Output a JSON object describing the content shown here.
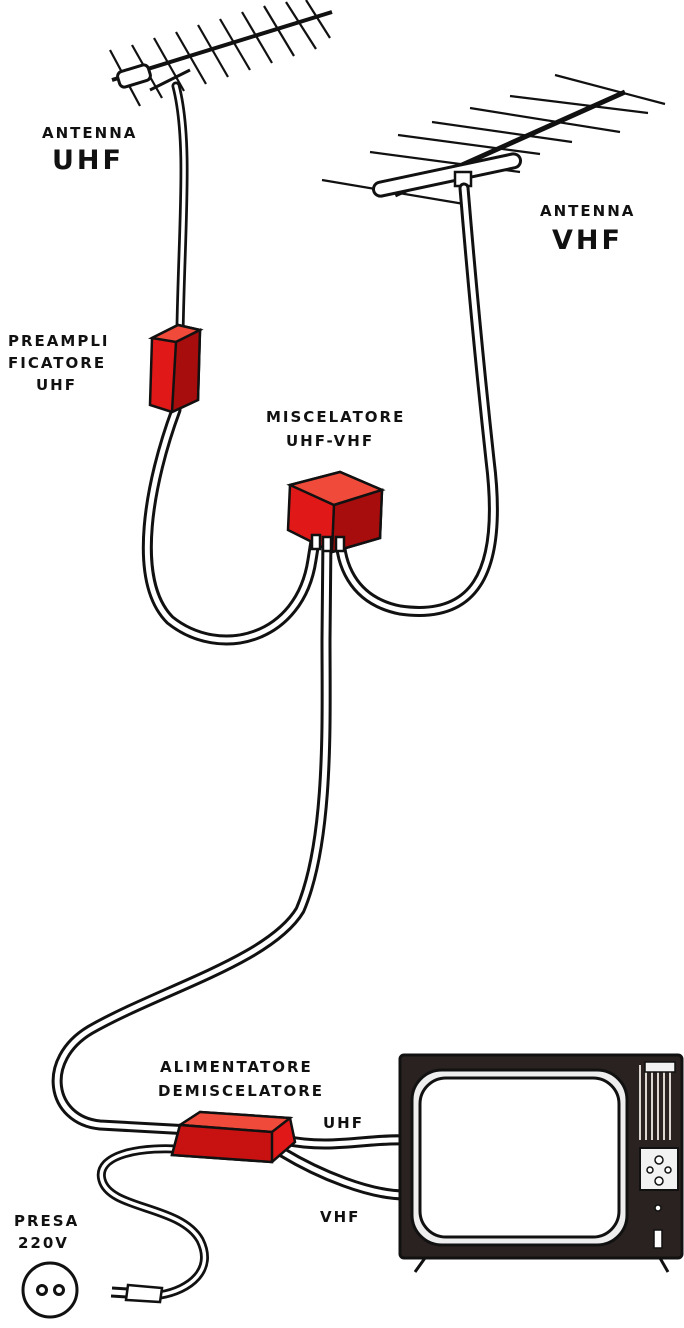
{
  "labels": {
    "antenna_uhf": {
      "line1": "ANTENNA",
      "line2": "UHF"
    },
    "antenna_vhf": {
      "line1": "ANTENNA",
      "line2": "VHF"
    },
    "preamplifier": {
      "line1": "PREAMPLI",
      "line2": "FICATORE",
      "line3": "UHF"
    },
    "mixer": {
      "line1": "MISCELATORE",
      "line2": "UHF-VHF"
    },
    "power_supply": {
      "line1": "ALIMENTATORE",
      "line2": "DEMISCELATORE"
    },
    "cable_uhf": "UHF",
    "cable_vhf": "VHF",
    "socket": {
      "line1": "PRESA",
      "line2": "220V"
    }
  },
  "colors": {
    "device_red": "#e01818",
    "device_red_dark": "#a80d0d",
    "ink": "#111111",
    "tv_cabinet": "#2a2220"
  }
}
